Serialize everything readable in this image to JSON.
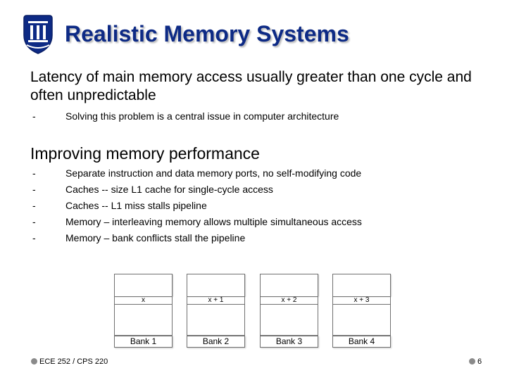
{
  "slide": {
    "title": "Realistic Memory Systems",
    "bullets": [
      {
        "text": "Latency of main memory access usually greater than one cycle and often unpredictable",
        "sub": [
          "Solving this problem is a central issue in computer architecture"
        ]
      },
      {
        "text": "Improving memory performance",
        "sub": [
          "Separate instruction and data memory ports, no self-modifying code",
          "Caches -- size L1 cache for single-cycle access",
          "Caches -- L1 miss stalls pipeline",
          "Memory – interleaving memory allows multiple simultaneous access",
          "Memory – bank conflicts stall the pipeline"
        ]
      }
    ],
    "sub_marker": "-"
  },
  "banks": [
    {
      "addr": "x",
      "name": "Bank 1"
    },
    {
      "addr": "x + 1",
      "name": "Bank 2"
    },
    {
      "addr": "x + 2",
      "name": "Bank 3"
    },
    {
      "addr": "x + 3",
      "name": "Bank 4"
    }
  ],
  "footer": {
    "course": "ECE 252 / CPS 220",
    "page": "6"
  },
  "colors": {
    "title": "#0d2a85",
    "logo_blue": "#0d2a85",
    "footer_dot": "#8a8a8a"
  },
  "icons": {
    "logo": "university-shield-icon",
    "footer_bullets": "circle-bullet-icon"
  }
}
